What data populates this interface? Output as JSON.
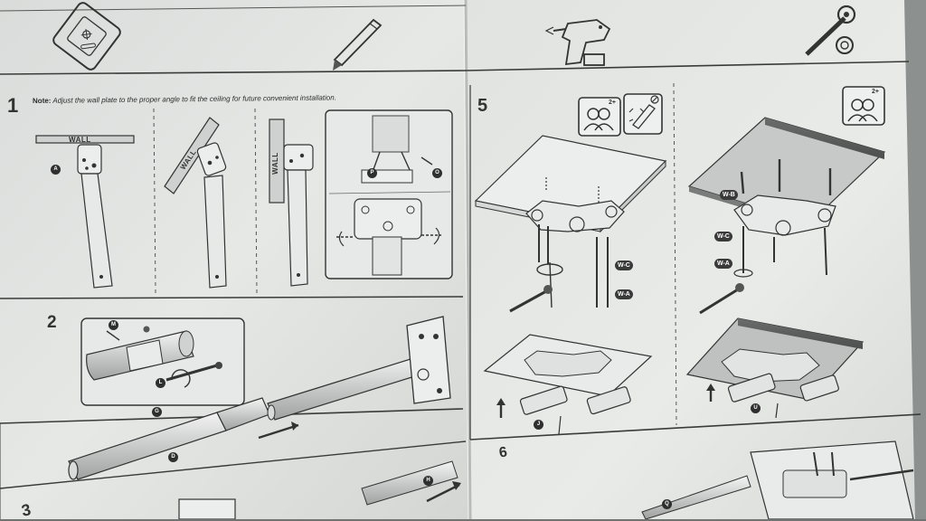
{
  "note": {
    "prefix": "Note:",
    "text": "Adjust the wall plate to the proper angle to fit the ceiling for future convenient installation."
  },
  "steps": [
    "1",
    "2",
    "3",
    "5",
    "6"
  ],
  "wall_labels": [
    "WALL",
    "WALL",
    "WALL"
  ],
  "part_labels": {
    "a": "A",
    "p": "P",
    "o": "O",
    "m": "M",
    "l": "L",
    "g": "G",
    "d": "D",
    "j": "J",
    "u": "U",
    "q": "Q",
    "h": "H"
  },
  "hardware_tags": {
    "wc": "W-C",
    "wa": "W-A",
    "wb": "W-B"
  },
  "two_person_label": "2+",
  "icons": [
    "template-icon",
    "pencil-icon",
    "drill-icon",
    "wrench-icon",
    "washer-icon",
    "two-person-icon",
    "no-drywall-icon"
  ],
  "colors": {
    "paper": "#e4e6e4",
    "paper_shadow": "#cfd2cf",
    "ink": "#2f2f2f",
    "panel_line": "#3c3c3c"
  }
}
